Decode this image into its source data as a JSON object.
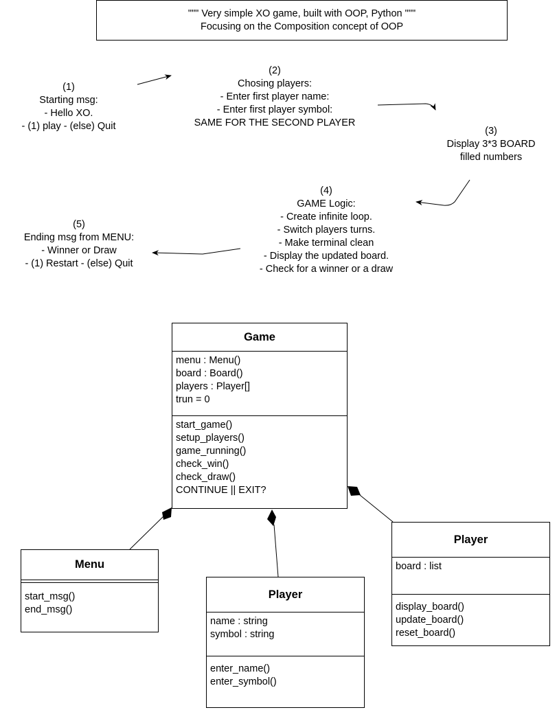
{
  "header": {
    "line1": "\"\"\" Very simple XO game, built with OOP, Python \"\"\"",
    "line2": "Focusing on the Composition concept of OOP"
  },
  "steps": [
    {
      "lines": [
        "(1)",
        "Starting msg:",
        "- Hello XO.",
        "- (1) play - (else) Quit"
      ]
    },
    {
      "lines": [
        "(2)",
        "Chosing players:",
        "",
        "- Enter first player name:",
        "- Enter first player symbol:",
        "",
        "SAME FOR THE SECOND PLAYER"
      ]
    },
    {
      "lines": [
        "(3)",
        "Display 3*3 BOARD",
        "filled numbers"
      ]
    },
    {
      "lines": [
        "(4)",
        "GAME Logic:",
        "",
        "- Create infinite loop.",
        "- Switch players turns.",
        "- Make terminal clean",
        "- Display the updated board.",
        "- Check for a winner or a draw"
      ]
    },
    {
      "lines": [
        "(5)",
        "Ending msg from MENU:",
        "",
        "- Winner or Draw",
        "- (1) Restart - (else) Quit"
      ]
    }
  ],
  "classes": {
    "game": {
      "name": "Game",
      "attributes": [
        "menu : Menu()",
        "board : Board()",
        "players : Player[]",
        "trun = 0"
      ],
      "methods": [
        "start_game()",
        "setup_players()",
        "game_running()",
        "check_win()",
        "check_draw()",
        "CONTINUE || EXIT?"
      ]
    },
    "menu": {
      "name": "Menu",
      "attributes": [],
      "methods": [
        "start_msg()",
        "end_msg()"
      ]
    },
    "player": {
      "name": "Player",
      "attributes": [
        "name : string",
        "symbol : string"
      ],
      "methods": [
        "enter_name()",
        "enter_symbol()"
      ]
    },
    "board": {
      "name": "Player",
      "attributes": [
        "board : list"
      ],
      "methods": [
        "display_board()",
        "update_board()",
        "reset_board()"
      ]
    }
  },
  "colors": {
    "stroke": "#000000",
    "background": "#ffffff"
  }
}
